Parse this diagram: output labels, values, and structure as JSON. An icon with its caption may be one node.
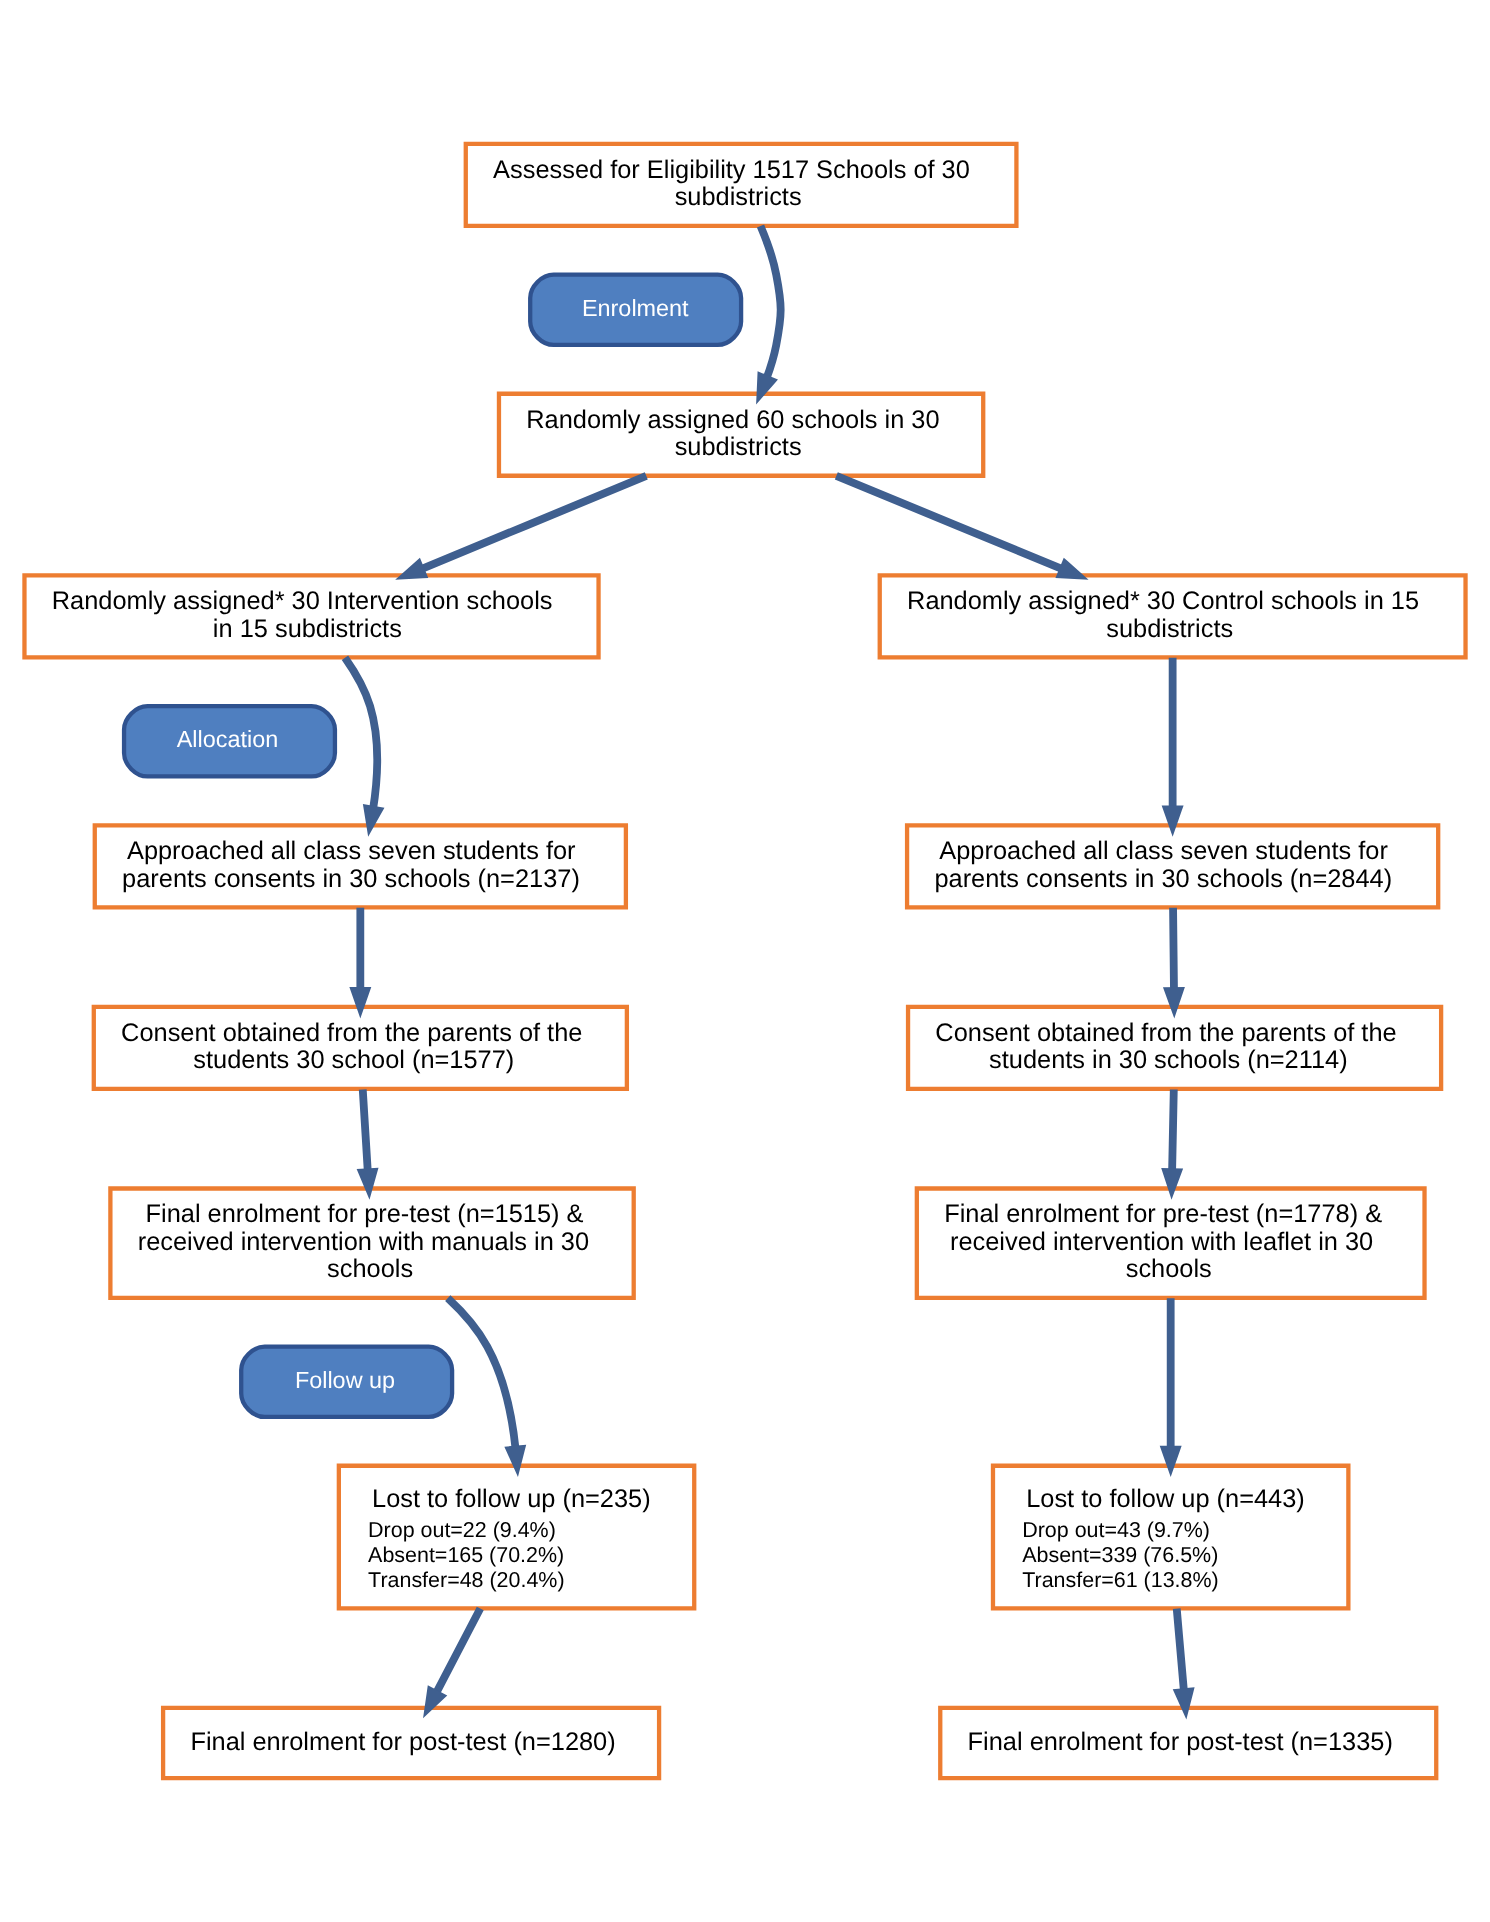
{
  "diagram": {
    "nodes": [
      {
        "text": [
          "Assessed for Eligibility 1517 Schools of 30 subdistricts"
        ]
      },
      {
        "text": [
          "Enrolment"
        ]
      },
      {
        "text": [
          "Randomly assigned 60 schools in 30 subdistricts"
        ]
      },
      {
        "text": [
          "Randomly assigned* 30 Intervention schools in 15 subdistricts"
        ]
      },
      {
        "text": [
          "Randomly assigned* 30 Control schools in 15 subdistricts"
        ]
      },
      {
        "text": [
          "Allocation"
        ]
      },
      {
        "text": [
          "Approached all class seven students for parents consents in 30 schools (n=2137)"
        ]
      },
      {
        "text": [
          "Approached all class seven students for parents consents in 30 schools (n=2844)"
        ]
      },
      {
        "text": [
          "Consent obtained from the parents of the students 30 school (n=1577)"
        ]
      },
      {
        "text": [
          "Consent obtained from the parents of the students in 30 schools (n=2114)"
        ]
      },
      {
        "text": [
          "Final enrolment for pre-test (n=1515) & received intervention with manuals in 30 schools"
        ]
      },
      {
        "text": [
          "Final enrolment for pre-test (n=1778) & received intervention with leaflet in 30 schools"
        ]
      },
      {
        "text": [
          "Follow up"
        ]
      },
      {
        "text": [
          "Lost to follow up (n=235)",
          "Drop out=22 (9.4%)",
          "Absent=165 (70.2%)",
          "Transfer=48 (20.4%)"
        ]
      },
      {
        "text": [
          "Lost to follow up (n=443)",
          "Drop out=43 (9.7%)",
          "Absent=339 (76.5%)",
          "Transfer=61 (13.8%)"
        ]
      },
      {
        "text": [
          "Final enrolment for post-test (n=1280)"
        ]
      },
      {
        "text": [
          "Final enrolment for post-test (n=1335)"
        ]
      }
    ],
    "edges": [
      {
        "from": 0,
        "to": 2,
        "arrow": "to"
      },
      {
        "from": 2,
        "to": 3,
        "arrow": "to"
      },
      {
        "from": 2,
        "to": 4,
        "arrow": "to"
      },
      {
        "from": 3,
        "to": 6,
        "arrow": "to"
      },
      {
        "from": 4,
        "to": 7,
        "arrow": "to"
      },
      {
        "from": 6,
        "to": 8,
        "arrow": "to"
      },
      {
        "from": 7,
        "to": 9,
        "arrow": "to"
      },
      {
        "from": 8,
        "to": 10,
        "arrow": "to"
      },
      {
        "from": 9,
        "to": 11,
        "arrow": "to"
      },
      {
        "from": 10,
        "to": 13,
        "arrow": "to"
      },
      {
        "from": 11,
        "to": 14,
        "arrow": "to"
      },
      {
        "from": 13,
        "to": 15,
        "arrow": "to"
      },
      {
        "from": 14,
        "to": 16,
        "arrow": "to"
      }
    ]
  }
}
